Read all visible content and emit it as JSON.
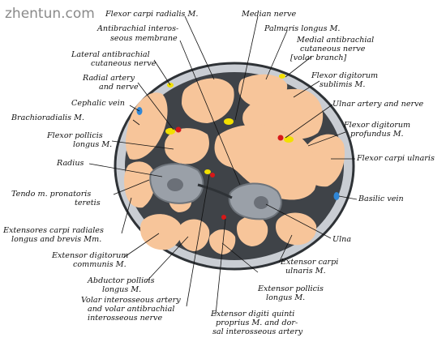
{
  "watermark": "zhentun.com",
  "colors": {
    "skin": "#c9cdd3",
    "muscle": "#f7c59a",
    "fascia": "#3f4348",
    "bone": "#9aa0a8",
    "artery": "#d71818",
    "nerve": "#f2e000",
    "vein": "#2f86d6"
  },
  "labels": {
    "flexor_carpi_radialis": "Flexor carpi radialis M.",
    "antibrachial_interosseous_membrane": [
      "Antibrachial interos-",
      "seous membrane"
    ],
    "median_nerve": "Median nerve",
    "palmaris_longus": "Palmaris longus M.",
    "medial_antibrachial_cutaneous": [
      "Medial antibrachial",
      "cutaneous nerve",
      "[volar branch]"
    ],
    "lateral_antibrachial_cutaneous": [
      "Lateral antibrachial",
      "cutaneous nerve"
    ],
    "radial_artery_nerve": [
      "Radial artery",
      "and nerve"
    ],
    "flexor_digitorum_sublimis": [
      "Flexor digitorum",
      "sublimis M."
    ],
    "cephalic_vein": "Cephalic vein",
    "ulnar_artery_nerve": "Ulnar artery and nerve",
    "brachioradialis": "Brachioradialis M.",
    "flexor_pollicis_longus": [
      "Flexor pollicis",
      "longus M."
    ],
    "flexor_digitorum_profundus": [
      "Flexor digitorum",
      "profundus M."
    ],
    "flexor_carpi_ulnaris": "Flexor carpi ulnaris",
    "radius": "Radius",
    "tendo_pronator_teres": [
      "Tendo m. pronatoris",
      "teretis"
    ],
    "basilic_vein": "Basilic vein",
    "extensores_carpi_radiales": [
      "Extensores carpi radiales",
      "longus and brevis Mm."
    ],
    "ulna": "Ulna",
    "extensor_digitorum_communis": [
      "Extensor digitorum",
      "communis M."
    ],
    "extensor_carpi_ulnaris": [
      "Extensor carpi",
      "ulnaris M."
    ],
    "abductor_pollicis_longus": [
      "Abductor pollicis",
      "longus M."
    ],
    "extensor_pollicis_longus": [
      "Extensor pollicis",
      "longus M."
    ],
    "volar_interosseous": [
      "Volar interosseous artery",
      "and volar antibrachial",
      "interosseous nerve"
    ],
    "extensor_digiti_quinti": [
      "Extensor digiti quinti",
      "proprius M. and dor-",
      "sal interosseous artery"
    ]
  }
}
